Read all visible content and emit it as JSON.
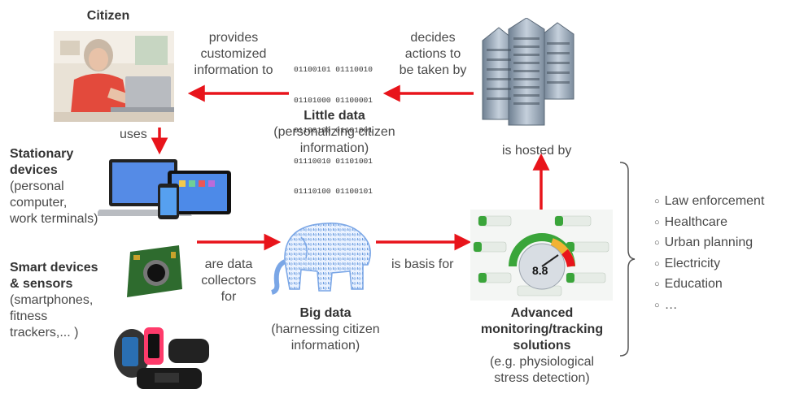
{
  "citizen": {
    "title": "Citizen"
  },
  "labels": {
    "provides": [
      "provides",
      "customized",
      "information to"
    ],
    "decides": [
      "decides",
      "actions to",
      "be taken by"
    ],
    "uses": "uses",
    "is_hosted_by": "is hosted by",
    "are_data_collectors": [
      "are data",
      "collectors",
      "for"
    ],
    "is_basis_for": "is basis for"
  },
  "little_data": {
    "binary": [
      "01100101 01110010",
      "01101000 01100001",
      "01100100 01101001",
      "01110010 01101001",
      "01110100 01100101"
    ],
    "title": "Little data",
    "subtitle": [
      "(personalizing citizen",
      "information)"
    ]
  },
  "big_data": {
    "title": "Big data",
    "subtitle": [
      "(harnessing citizen",
      "information)"
    ]
  },
  "stationary": {
    "title": [
      "Stationary",
      "devices"
    ],
    "desc": [
      "(personal",
      "computer,",
      "work terminals)"
    ]
  },
  "smart": {
    "title": [
      "Smart devices",
      "& sensors"
    ],
    "desc": [
      "(smartphones,",
      "fitness",
      "trackers,... )"
    ]
  },
  "monitoring": {
    "title": [
      "Advanced",
      "monitoring/tracking",
      "solutions"
    ],
    "desc": [
      "(e.g. physiological",
      "stress detection)"
    ],
    "gauge_value": "8.8"
  },
  "applications": [
    "Law enforcement",
    "Healthcare",
    "Urban planning",
    "Electricity",
    "Education",
    "…"
  ],
  "colors": {
    "arrow": "#e8141b",
    "text": "#4a4a4a"
  }
}
